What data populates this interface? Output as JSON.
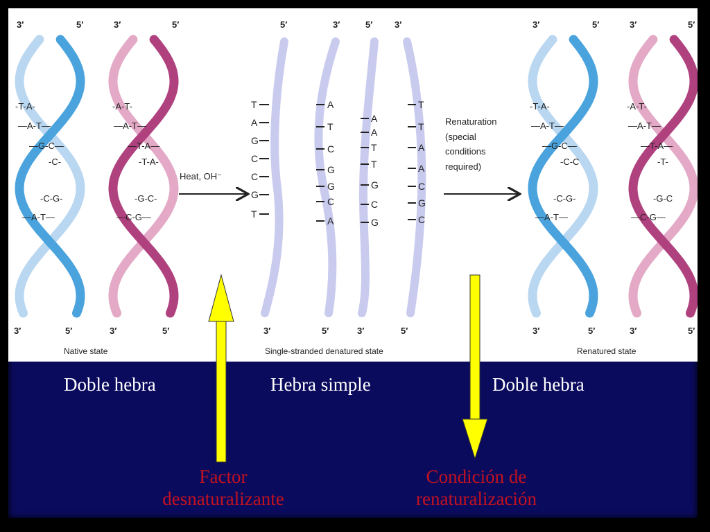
{
  "figure": {
    "top_labels": [
      "3′",
      "5′",
      "3′",
      "5′",
      "5′",
      "3′",
      "5′",
      "3′",
      "3′",
      "5′",
      "3′",
      "5′"
    ],
    "bottom_labels": [
      "3′",
      "5′",
      "3′",
      "5′",
      "3′",
      "5′",
      "3′",
      "5′",
      "3′",
      "5′",
      "3′",
      "5′"
    ],
    "native_left_pairs": [
      "-T-A-",
      "—A-T—",
      "—G-C—",
      "-C-",
      "-C-G-",
      "—A-T—"
    ],
    "native_right_pairs": [
      "-A-T-",
      "—A-T—",
      "—T-A—",
      "-T-A-",
      "-G-C-",
      "—C-G—"
    ],
    "strand1_bases": [
      "T",
      "A",
      "G",
      "C",
      "C",
      "G",
      "T"
    ],
    "strand2_bases": [
      "A",
      "T",
      "C",
      "G",
      "G",
      "C",
      "A"
    ],
    "strand3_bases": [
      "A",
      "A",
      "T",
      "T",
      "G",
      "C",
      "G"
    ],
    "strand4_bases": [
      "T",
      "T",
      "A",
      "A",
      "C",
      "G",
      "C"
    ],
    "renat_left_pairs": [
      "-T-A-",
      "—A-T—",
      "—G-C—",
      "-C-C",
      "-C-G-",
      "—A-T—"
    ],
    "renat_right_pairs": [
      "-A-T-",
      "—A-T—",
      "—T-A—",
      "-T-",
      "-G-C",
      "—C-G—"
    ],
    "heat_label": "Heat, OH⁻",
    "renat_label_lines": [
      "Renaturation",
      "(special",
      "conditions",
      "required)"
    ],
    "state_native": "Native state",
    "state_single": "Single-stranded denatured state",
    "state_renatured": "Renatured state"
  },
  "captions": {
    "left": "Doble hebra",
    "middle": "Hebra simple",
    "right": "Doble hebra"
  },
  "factors": {
    "denaturing": [
      "Factor",
      "desnaturalizante"
    ],
    "renaturing": [
      "Condición de",
      "renaturalización"
    ]
  },
  "colors": {
    "blue_strand": "#4aa3dd",
    "blue_light": "#b9d7f1",
    "magenta_strand": "#b0417f",
    "magenta_light": "#e3a9c6",
    "single_strand": "#c4c6ec",
    "background": "#0b0b5e",
    "arrow_yellow": "#ffff00",
    "red_text": "#c4121e"
  }
}
